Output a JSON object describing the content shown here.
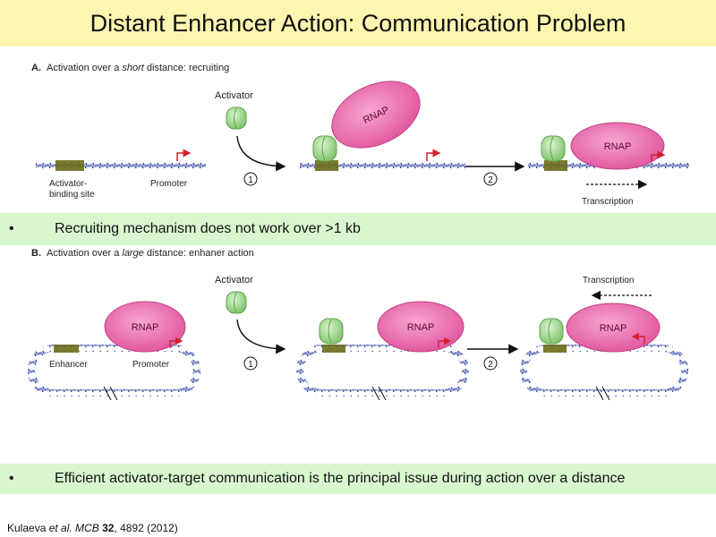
{
  "title": "Distant Enhancer Action: Communication Problem",
  "panel_a": {
    "letter": "A.",
    "label_pre": "Activation over a ",
    "label_em": "short",
    "label_post": " distance: recruiting",
    "activator": "Activator",
    "binding_site_line1": "Activator-",
    "binding_site_line2": "binding site",
    "promoter": "Promoter",
    "rnap": "RNAP",
    "transcription": "Transcription",
    "step1": "1",
    "step2": "2"
  },
  "bullet1": {
    "dot": "•",
    "text": "Recruiting mechanism does not work over >1 kb"
  },
  "panel_b": {
    "letter": "B.",
    "label_pre": "Activation over a ",
    "label_em": "large",
    "label_post": " distance: enhaner action",
    "activator": "Activator",
    "enhancer": "Enhancer",
    "promoter": "Promoter",
    "rnap": "RNAP",
    "transcription": "Transcription",
    "step1": "1",
    "step2": "2"
  },
  "bullet2": {
    "dot": "•",
    "text": "Efficient activator-target communication is the principal issue during action over a distance"
  },
  "citation": {
    "author": "Kulaeva ",
    "etal": "et al.",
    "journal": " MCB ",
    "volume": "32",
    "rest": ", 4892 (2012)"
  },
  "colors": {
    "title_bg": "#fdf6b0",
    "bullet_bg": "#d9f7cf",
    "rnap": "#e85fa6",
    "activator": "#9ed88a",
    "dna": "#3a4a9a",
    "binding_site": "#6b6b1a",
    "arrow_red": "#d2202f"
  }
}
